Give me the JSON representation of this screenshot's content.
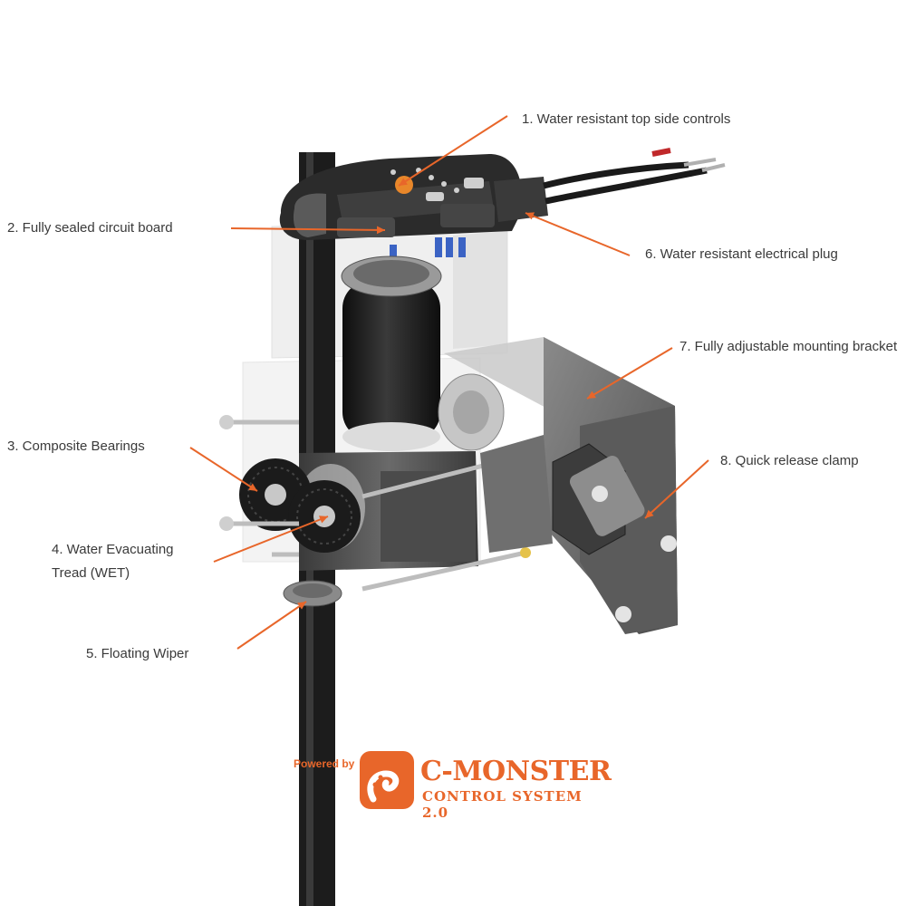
{
  "callouts": [
    {
      "text": "1. Water resistant top side controls"
    },
    {
      "text": "2. Fully sealed circuit board"
    },
    {
      "text": "3. Composite Bearings"
    },
    {
      "text": "4. Water Evacuating Tread (WET)"
    },
    {
      "text": "5. Floating Wiper"
    },
    {
      "text": "6. Water resistant electrical plug"
    },
    {
      "text": "7. Fully adjustable mounting bracket"
    },
    {
      "text": "8. Quick release clamp"
    }
  ],
  "logo": {
    "powered_by": "Powered by",
    "brand": "C-MONSTER",
    "subtitle": "CONTROL SYSTEM 2.0"
  },
  "colors": {
    "arrow": "#e8662a",
    "label_text": "#3a3a3a",
    "housing": "#5c5c5c",
    "shaft": "#1c1c1c",
    "brand": "#e8662a"
  }
}
